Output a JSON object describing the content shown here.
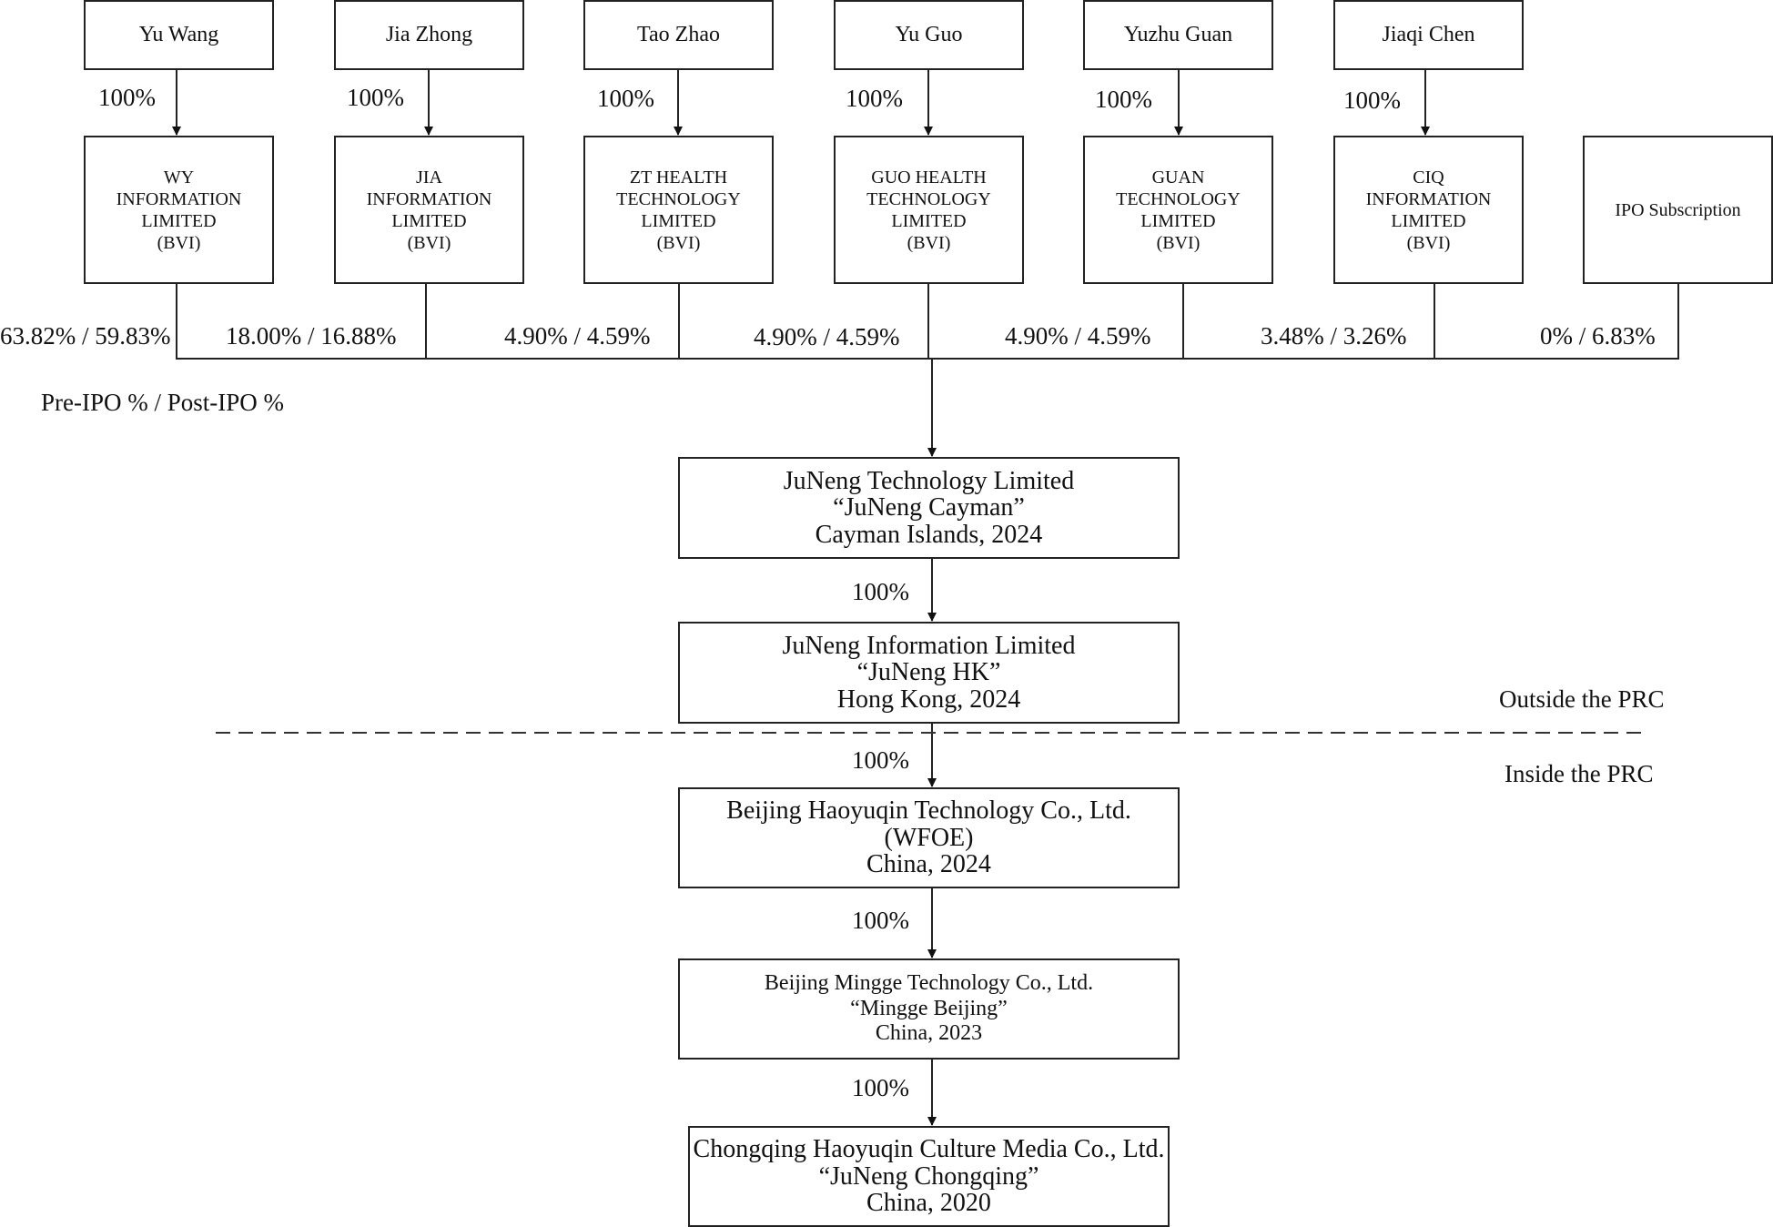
{
  "shareholders": [
    {
      "name": "Yu Wang",
      "ownership": "100%",
      "entity": [
        "WY",
        "INFORMATION",
        "LIMITED",
        "(BVI)"
      ],
      "stake": "63.82% / 59.83%"
    },
    {
      "name": "Jia Zhong",
      "ownership": "100%",
      "entity": [
        "JIA",
        "INFORMATION",
        "LIMITED",
        "(BVI)"
      ],
      "stake": "18.00% / 16.88%"
    },
    {
      "name": "Tao Zhao",
      "ownership": "100%",
      "entity": [
        "ZT HEALTH",
        "TECHNOLOGY",
        "LIMITED",
        "(BVI)"
      ],
      "stake": "4.90% / 4.59%"
    },
    {
      "name": "Yu Guo",
      "ownership": "100%",
      "entity": [
        "GUO HEALTH",
        "TECHNOLOGY",
        "LIMITED",
        "(BVI)"
      ],
      "stake": "4.90% / 4.59%"
    },
    {
      "name": "Yuzhu Guan",
      "ownership": "100%",
      "entity": [
        "GUAN",
        "TECHNOLOGY",
        "LIMITED",
        "(BVI)"
      ],
      "stake": "4.90% / 4.59%"
    },
    {
      "name": "Jiaqi Chen",
      "ownership": "100%",
      "entity": [
        "CIQ",
        "INFORMATION",
        "LIMITED",
        "(BVI)"
      ],
      "stake": "3.48% / 3.26%"
    }
  ],
  "ipo": {
    "label": "IPO Subscription",
    "stake": "0% / 6.83%"
  },
  "legend": "Pre-IPO % / Post-IPO %",
  "chain": [
    {
      "lines": [
        "JuNeng Technology Limited",
        "“JuNeng Cayman”",
        "Cayman Islands, 2024"
      ],
      "ownership": "100%"
    },
    {
      "lines": [
        "JuNeng Information Limited",
        "“JuNeng HK”",
        "Hong Kong, 2024"
      ],
      "ownership": "100%"
    },
    {
      "lines": [
        "Beijing Haoyuqin Technology Co., Ltd.",
        "(WFOE)",
        "China, 2024"
      ],
      "ownership": "100%"
    },
    {
      "lines": [
        "Beijing Mingge Technology Co., Ltd.",
        "“Mingge Beijing”",
        "China, 2023"
      ],
      "ownership": "100%"
    },
    {
      "lines": [
        "Chongqing Haoyuqin Culture Media Co., Ltd.",
        "“JuNeng Chongqing”",
        "China, 2020"
      ]
    }
  ],
  "boundary": {
    "outside": "Outside the PRC",
    "inside": "Inside the PRC"
  }
}
